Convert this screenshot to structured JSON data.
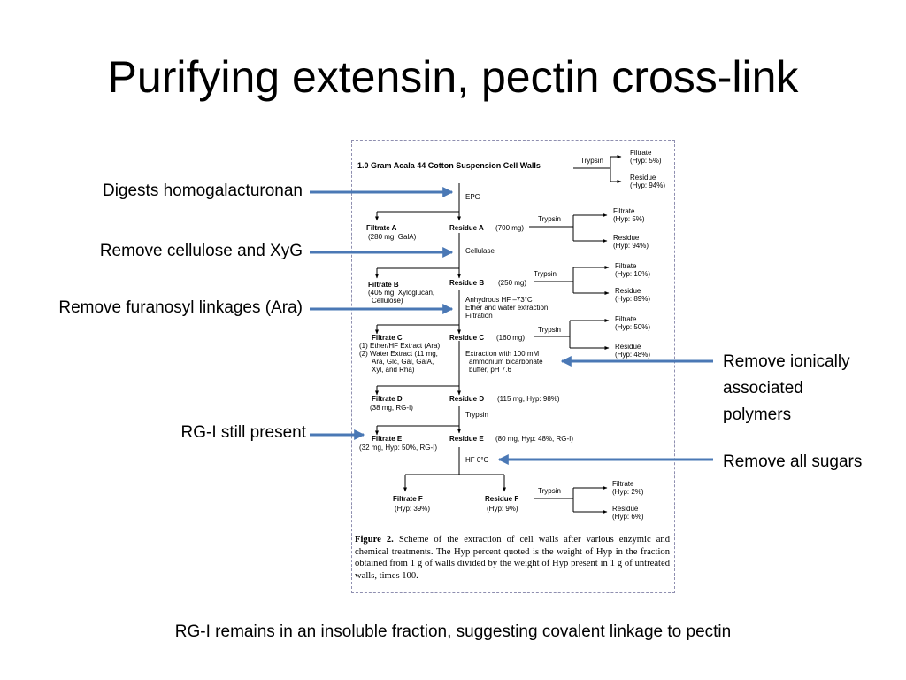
{
  "slide": {
    "title": "Purifying extensin, pectin cross-link",
    "footer": "RG-I remains in an insoluble fraction, suggesting covalent linkage to pectin"
  },
  "annotations": {
    "homogalacturonan": "Digests homogalacturonan",
    "cellulose": "Remove cellulose and XyG",
    "furanosyl": "Remove furanosyl linkages (Ara)",
    "rg1": "RG-I still present",
    "ionic_line1": "Remove ionically",
    "ionic_line2": "associated",
    "ionic_line3": "polymers",
    "sugars": "Remove all sugars"
  },
  "figure": {
    "start": "1.0 Gram Acala 44 Cotton Suspension Cell Walls",
    "trypsin": "Trypsin",
    "epg": "EPG",
    "cellulase": "Cellulase",
    "hf_line1": "Anhydrous HF –73°C",
    "hf_line2": "Ether and water extraction",
    "hf_line3": "Filtration",
    "extr_line1": "Extraction with 100 mM",
    "extr_line2": "ammonium bicarbonate",
    "extr_line3": "buffer, pH 7.6",
    "hf0": "HF 0°C",
    "filtrate": "Filtrate",
    "residue": "Residue",
    "hyp5": "(Hyp: 5%)",
    "hyp94": "(Hyp: 94%)",
    "hyp10": "(Hyp: 10%)",
    "hyp89": "(Hyp: 89%)",
    "hyp50": "(Hyp: 50%)",
    "hyp48": "(Hyp: 48%)",
    "hyp2": "(Hyp: 2%)",
    "hyp6": "(Hyp: 6%)",
    "filtrate_a": "Filtrate A",
    "filtrate_a_det": "(280 mg, GalA)",
    "residue_a": "Residue A",
    "residue_a_det": "(700 mg)",
    "filtrate_b": "Filtrate B",
    "filtrate_b_det1": "(405 mg, Xyloglucan,",
    "filtrate_b_det2": "Cellulose)",
    "residue_b": "Residue B",
    "residue_b_det": "(250 mg)",
    "filtrate_c": "Filtrate C",
    "filtrate_c_det1": "(1) Ether/HF Extract (Ara)",
    "filtrate_c_det2": "(2) Water Extract (11 mg,",
    "filtrate_c_det3": "Ara, Glc, Gal, GalA,",
    "filtrate_c_det4": "Xyl, and Rha)",
    "residue_c": "Residue C",
    "residue_c_det": "(160 mg)",
    "filtrate_d": "Filtrate D",
    "filtrate_d_det": "(38 mg, RG-I)",
    "residue_d": "Residue D",
    "residue_d_det": "(115 mg, Hyp: 98%)",
    "filtrate_e": "Filtrate E",
    "filtrate_e_det": "(32 mg, Hyp: 50%, RG-I)",
    "residue_e": "Residue E",
    "residue_e_det": "(80 mg, Hyp: 48%, RG-I)",
    "filtrate_f": "Filtrate F",
    "filtrate_f_det": "(Hyp: 39%)",
    "residue_f": "Residue F",
    "residue_f_det": "(Hyp: 9%)",
    "caption_label": "Figure 2.",
    "caption_text": "Scheme of the extraction of cell walls after various enzymic and chemical treatments. The Hyp percent quoted is the weight of Hyp in the fraction obtained from 1 g of walls divided by the weight of Hyp present in 1 g of untreated walls, times 100."
  },
  "colors": {
    "arrow": "#4a78b5",
    "frame": "#8f8fb0"
  }
}
